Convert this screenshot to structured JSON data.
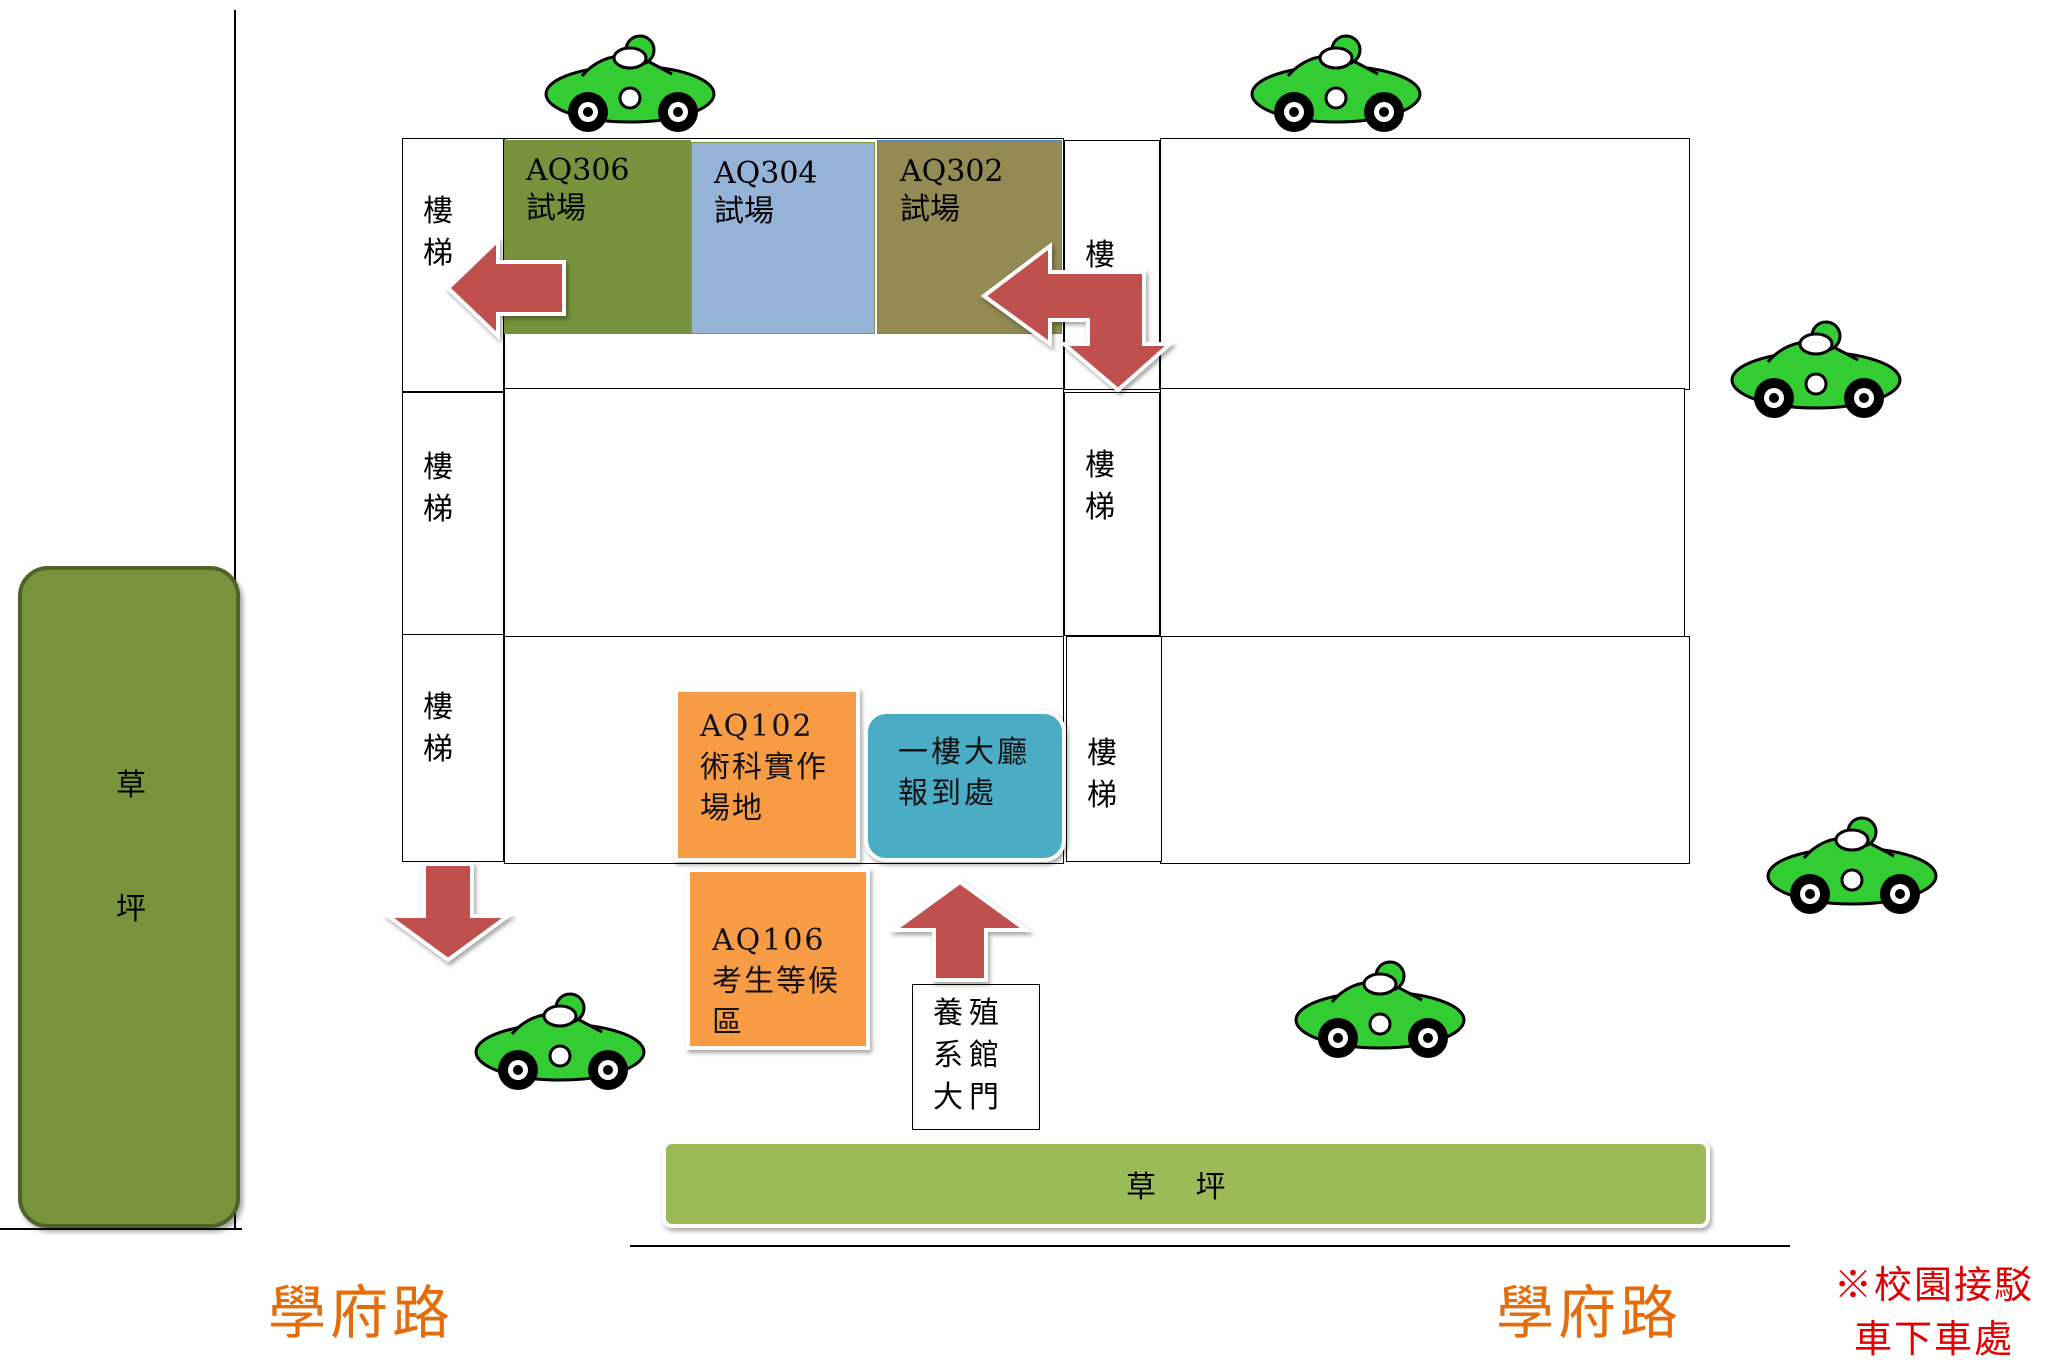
{
  "rooms": {
    "aq306": {
      "code": "AQ306",
      "sub": "試場",
      "color": "#76923c"
    },
    "aq304": {
      "code": "AQ304",
      "sub": "試場",
      "color": "#95b3d7"
    },
    "aq302": {
      "code": "AQ302",
      "sub": "試場",
      "color": "#948a54"
    },
    "aq102": {
      "lines": [
        "AQ102",
        "術科實作",
        "場地"
      ],
      "color": "#f79646"
    },
    "aq106": {
      "lines": [
        "AQ106",
        "考生等候",
        "區"
      ],
      "color": "#f79646"
    }
  },
  "lobby": {
    "lines": [
      "一樓大廳",
      "報到處"
    ],
    "color": "#4bacc6"
  },
  "stairs": {
    "line1": "樓",
    "line2": "梯"
  },
  "stairs_top_right": "樓",
  "gate": {
    "lines": [
      "養殖",
      "系館",
      "大門"
    ]
  },
  "lawn_left": {
    "line1": "草",
    "line2": "坪",
    "color": "#77933c"
  },
  "lawn_bottom": {
    "label": "草　 坪",
    "color": "#9bbb59"
  },
  "roads": {
    "left": "學府路",
    "right": "學府路"
  },
  "note": {
    "line1": "※校園接駁",
    "line2": "車下車處"
  },
  "arrow_color": "#c0504d",
  "car_color": "#33cc33",
  "car_icon": "race-car-icon"
}
